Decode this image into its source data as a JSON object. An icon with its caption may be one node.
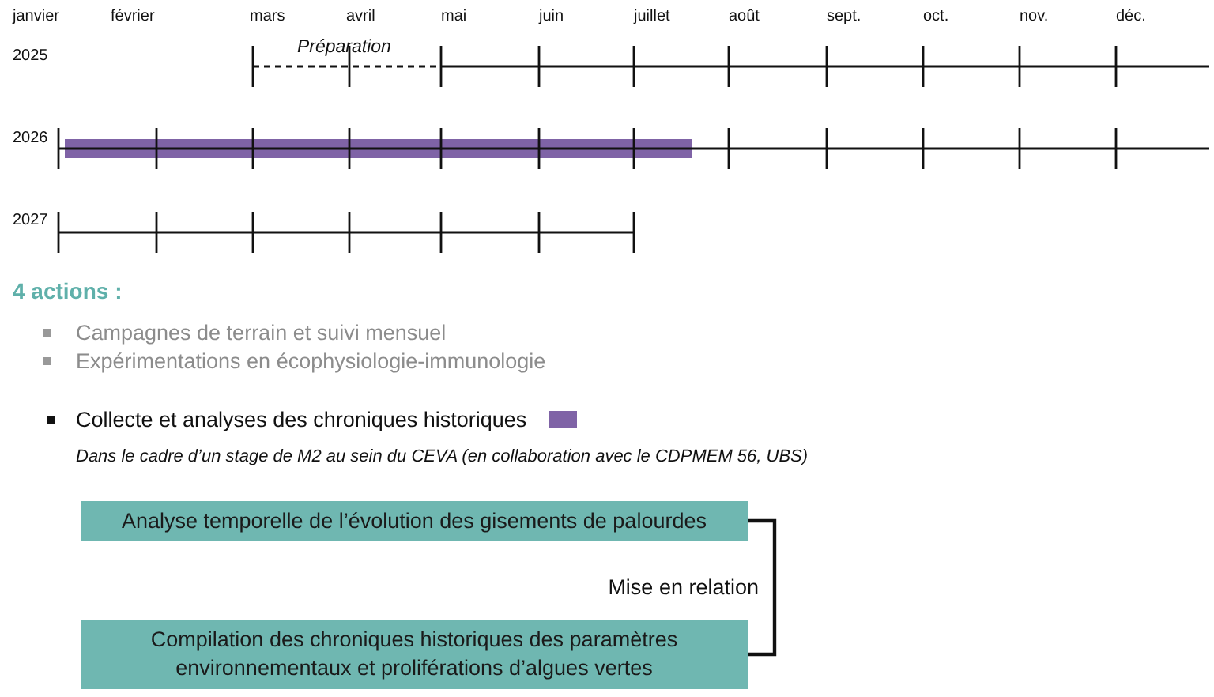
{
  "diagram": {
    "nodes": [
      {
        "text": [
          "Analyse temporelle de l’évolution des gisements de palourdes"
        ]
      },
      {
        "text": [
          "Compilation des chroniques historiques des paramètres environnementaux et proliférations d’algues vertes"
        ]
      }
    ],
    "edges": [
      {
        "from": 0,
        "to": 1,
        "arrow": "none",
        "label": "Mise en relation"
      }
    ],
    "labels": [
      "janvier",
      "février",
      "mars",
      "avril",
      "mai",
      "juin",
      "juillet",
      "août",
      "sept.",
      "oct.",
      "nov.",
      "déc.",
      "2025",
      "Préparation",
      "2026",
      "2027",
      "4 actions :",
      "Campagnes de terrain et suivi mensuel",
      "Expérimentations en écophysiologie-immunologie",
      "Dans le cadre d’un stage de M2 au sein du CEVA (en collaboration avec le CDPMEM 56, UBS)"
    ],
    "legend": [
      {
        "text": "Collecte et analyses des chroniques historiques",
        "color": "#7f63a6"
      }
    ]
  }
}
